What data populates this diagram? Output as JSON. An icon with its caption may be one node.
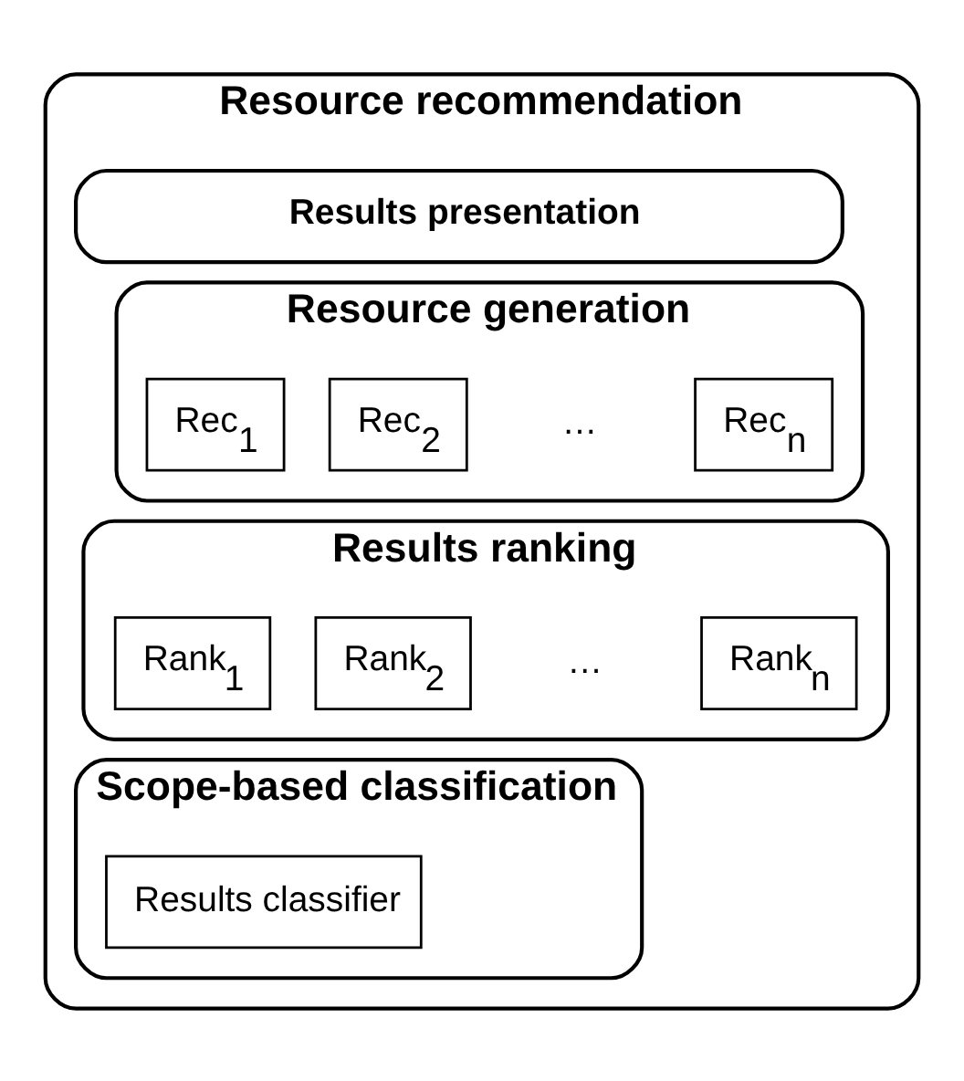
{
  "diagram": {
    "nodes": [
      {
        "text": [
          "Resource recommendation"
        ]
      },
      {
        "text": [
          "Resource generation"
        ],
        "in": 0
      },
      {
        "text": [
          "Rec$_{1}$"
        ],
        "in": 1
      },
      {
        "text": [
          "Rec$_{2}$"
        ],
        "in": 1
      },
      {
        "text": [
          "Rec$_{n}$"
        ],
        "in": 1
      },
      {
        "text": [
          "Results ranking"
        ],
        "in": 0
      },
      {
        "text": [
          "Rank$_{1}$"
        ],
        "in": 5
      },
      {
        "text": [
          "Rank$_{2}$"
        ],
        "in": 5
      },
      {
        "text": [
          "Rank$_{n}$"
        ],
        "in": 5
      },
      {
        "text": [
          "Scope-based classification"
        ],
        "in": 0
      },
      {
        "text": [
          "Results classifier"
        ],
        "in": 9
      },
      {
        "text": [
          "Results presentation"
        ],
        "in": 0
      }
    ],
    "labels": [
      "…",
      "…"
    ]
  }
}
